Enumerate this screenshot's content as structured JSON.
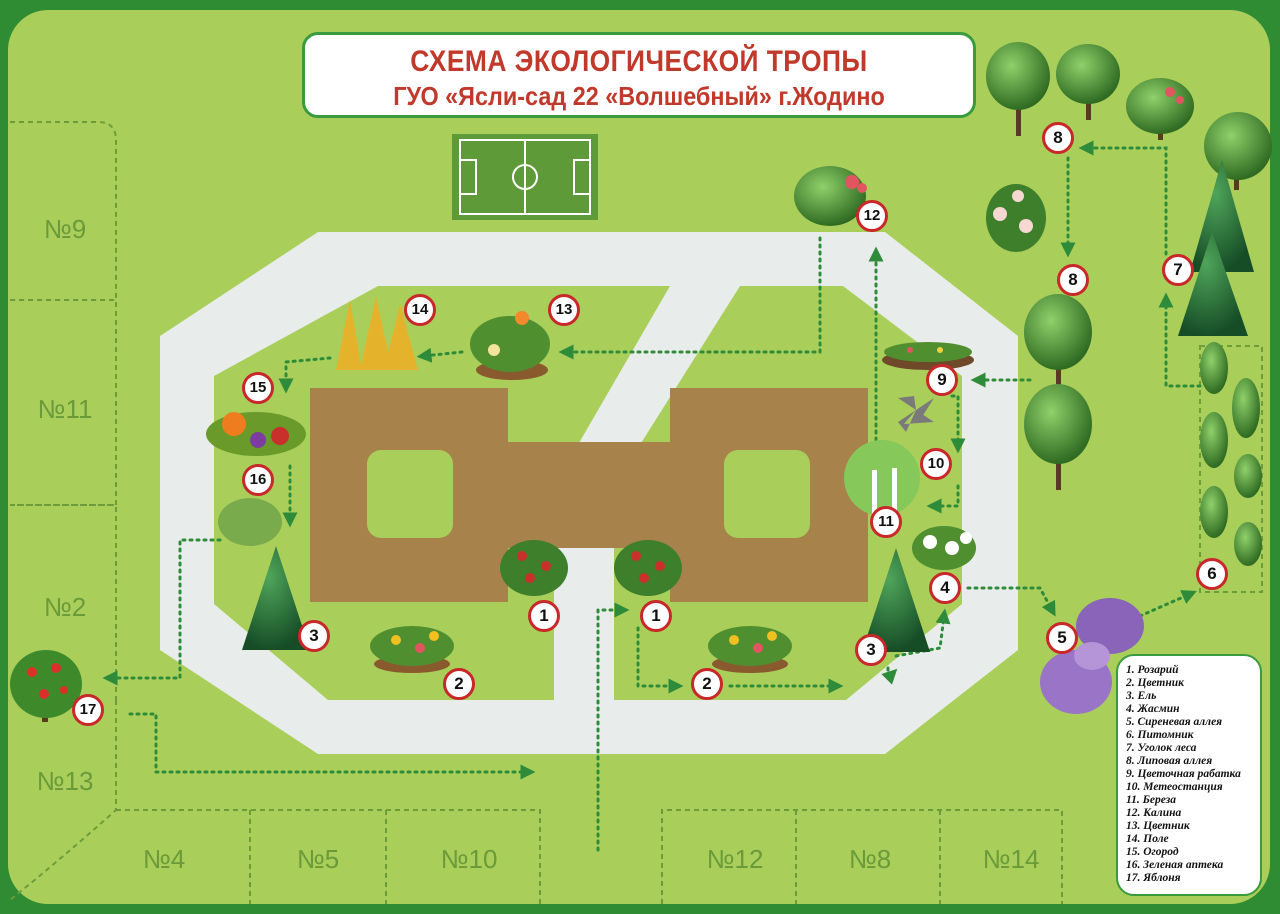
{
  "title": {
    "line1": "СХЕМА ЭКОЛОГИЧЕСКОЙ ТРОПЫ",
    "line2": "ГУО «Ясли-сад  22 «Волшебный» г.Жодино"
  },
  "zones": {
    "z9": "№9",
    "z11": "№11",
    "z2": "№2",
    "z13": "№13",
    "z4": "№4",
    "z5": "№5",
    "z10": "№10",
    "z12": "№12",
    "z8": "№8",
    "z14": "№14"
  },
  "markers": {
    "m1a": "1",
    "m1b": "1",
    "m2a": "2",
    "m2b": "2",
    "m3a": "3",
    "m3b": "3",
    "m4": "4",
    "m5": "5",
    "m6": "6",
    "m7": "7",
    "m8a": "8",
    "m8b": "8",
    "m9": "9",
    "m10": "10",
    "m11": "11",
    "m12": "12",
    "m13": "13",
    "m14": "14",
    "m15": "15",
    "m16": "16",
    "m17": "17"
  },
  "legend": [
    "1. Розарий",
    "2. Цветник",
    "3. Ель",
    "4. Жасмин",
    "5. Сиреневая аллея",
    "6. Питомник",
    "7. Уголок леса",
    "8. Липовая аллея",
    "9. Цветочная рабатка",
    "10. Метеостанция",
    "11. Береза",
    "12. Калина",
    "13. Цветник",
    "14. Поле",
    "15. Огород",
    "16. Зеленая аптека",
    "17. Яблоня"
  ],
  "colors": {
    "frame": "#2f8c33",
    "lawn": "#a9cf5a",
    "path": "#e8ecea",
    "building": "#a8824b",
    "trail": "#2e8b3a",
    "marker_ring": "#c8282a",
    "title_text": "#c0392b"
  }
}
